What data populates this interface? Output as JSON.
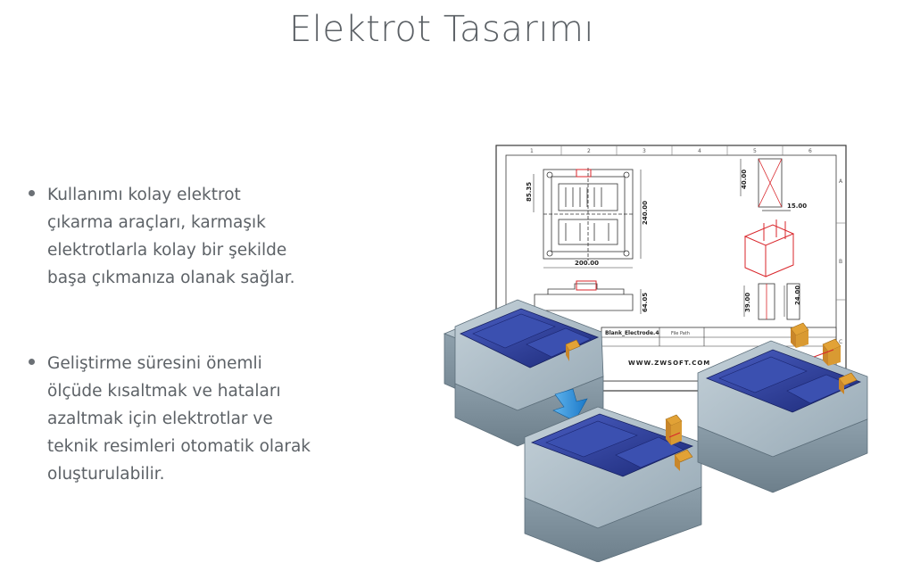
{
  "page": {
    "title": "Elektrot Tasarımı"
  },
  "bullets": [
    {
      "lines": [
        "Kullanımı kolay elektrot",
        "çıkarma araçları, karmaşık",
        "elektrotlarla kolay bir şekilde",
        "başa çıkmanıza olanak sağlar."
      ]
    },
    {
      "lines": [
        "Geliştirme süresini önemli",
        "ölçüde kısaltmak ve hataları",
        "azaltmak için elektrotlar ve",
        "teknik resimleri otomatik olarak",
        "oluşturulabilir."
      ]
    }
  ],
  "drawing": {
    "dimensions": {
      "d1": "85.35",
      "d2": "240.00",
      "d3": "200.00",
      "d4": "64.05",
      "d5": "40.00",
      "d6": "15.00",
      "d7": "39.00",
      "d8": "24.00"
    },
    "grid_numbers": [
      "1",
      "2",
      "3",
      "4",
      "5",
      "6"
    ],
    "grid_letters": [
      "A",
      "B",
      "C"
    ],
    "title_block": {
      "name": "Blank_Electrode.4",
      "file_path_label": "File Path",
      "website": "WWW.ZWSOFT.COM"
    }
  },
  "colors": {
    "mold_gray": "#a9b9c3",
    "cavity_blue": "#2d3f9e",
    "arrow_blue": "#1e88d4",
    "electrode_orange": "#e2a236",
    "highlight_red": "#d9262b"
  }
}
